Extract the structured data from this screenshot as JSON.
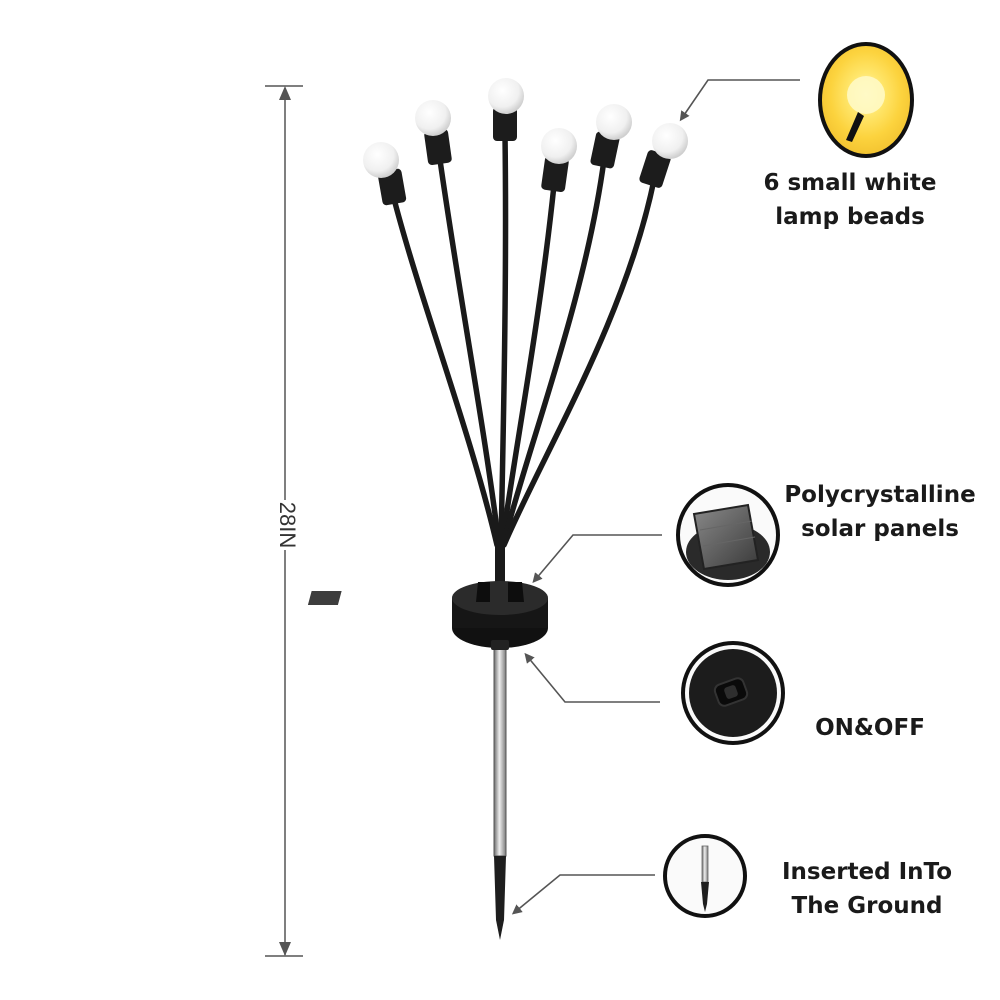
{
  "dimension": {
    "height_label": "28IN"
  },
  "callouts": {
    "lamp_beads": {
      "line1": "6 small white",
      "line2": "lamp beads"
    },
    "solar_panels": {
      "line1": "Polycrystalline",
      "line2": "solar panels"
    },
    "switch": {
      "line1": "ON&OFF"
    },
    "ground_stake": {
      "line1": "Inserted InTo",
      "line2": "The Ground"
    }
  },
  "colors": {
    "stem": "#1a1a1a",
    "bulb": "#f4f4f4",
    "callout_line": "#555555",
    "glow": "#fff176"
  }
}
